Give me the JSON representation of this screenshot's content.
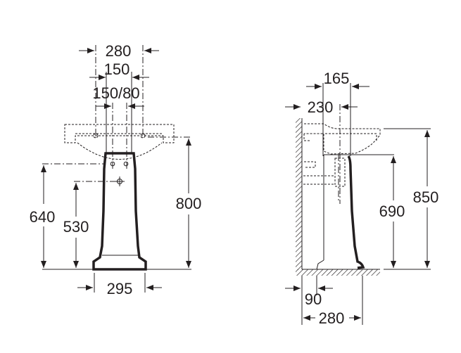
{
  "front_view": {
    "width_280": "280",
    "width_150": "150",
    "tap_150_80": "150/80",
    "height_640": "640",
    "height_530": "530",
    "height_800": "800",
    "base_295": "295"
  },
  "side_view": {
    "depth_165": "165",
    "depth_230": "230",
    "height_850": "850",
    "height_690": "690",
    "base_90": "90",
    "base_280": "280"
  },
  "colors": {
    "ink": "#231f20",
    "background": "#ffffff"
  }
}
